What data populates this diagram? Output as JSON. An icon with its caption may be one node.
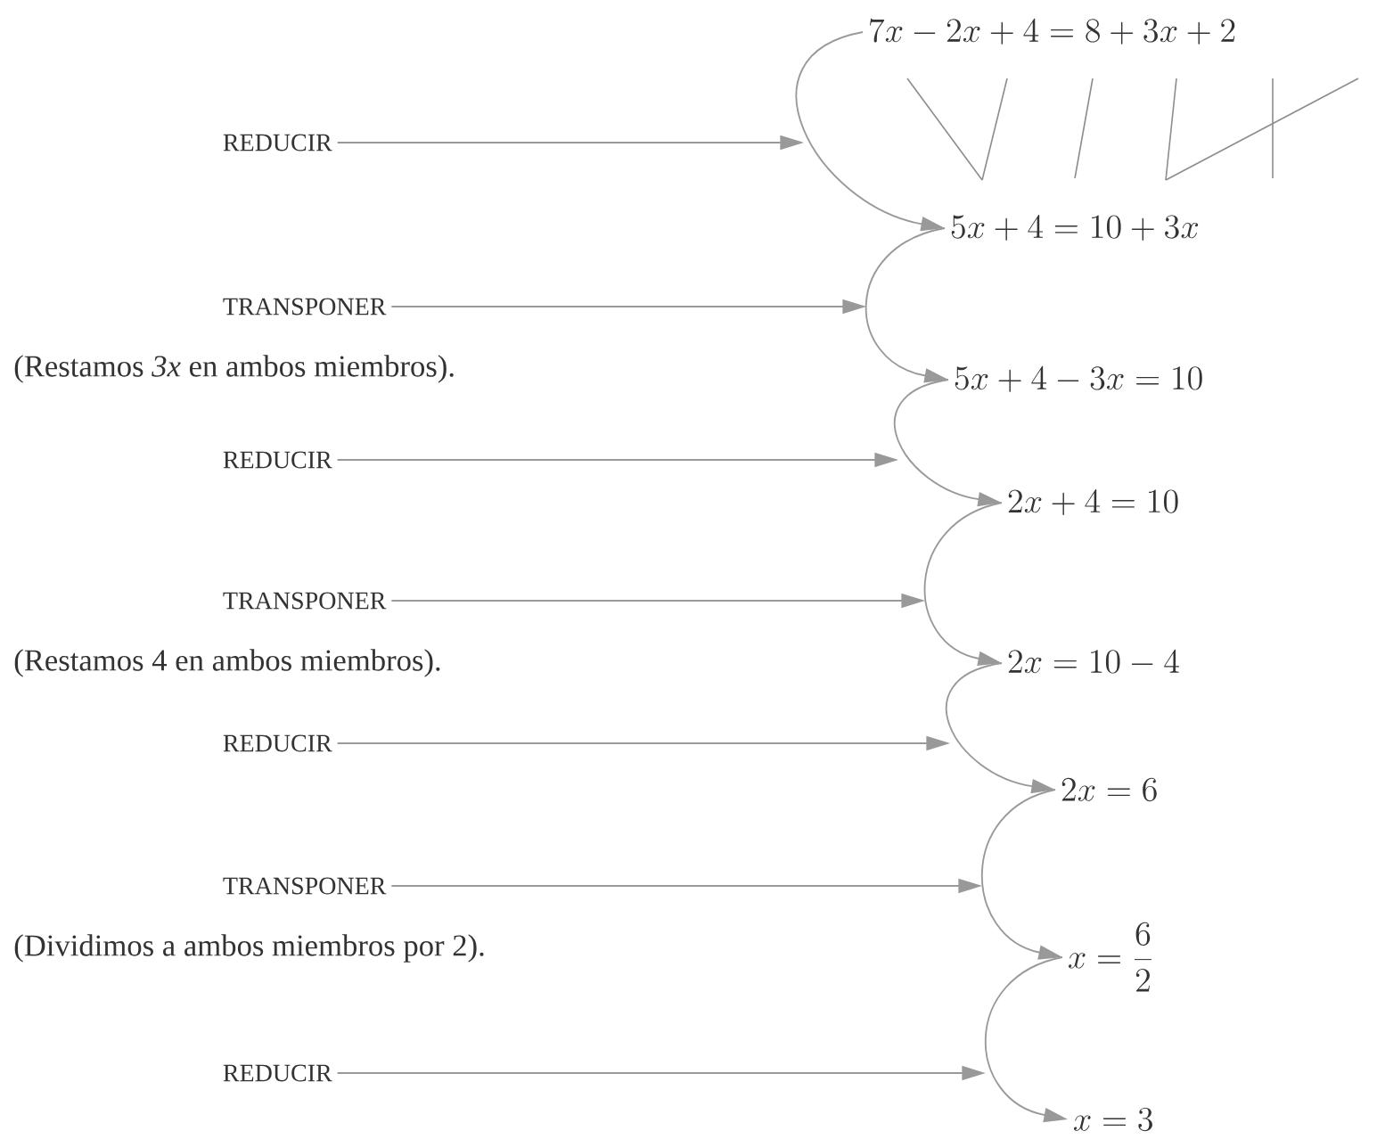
{
  "diagram": {
    "nodes": [
      {
        "text": [
          "7x - 2x + 4 = 8 + 3x + 2"
        ]
      },
      {
        "text": [
          "REDUCIR"
        ]
      },
      {
        "text": [
          "5x + 4 = 10 + 3x"
        ]
      },
      {
        "text": [
          "TRANSPONER"
        ],
        "beside": [
          "(Restamos *3x* en ambos miembros)."
        ]
      },
      {
        "text": [
          "5x + 4 - 3x = 10"
        ]
      },
      {
        "text": [
          "REDUCIR"
        ]
      },
      {
        "text": [
          "2x + 4 = 10"
        ]
      },
      {
        "text": [
          "TRANSPONER"
        ],
        "beside": [
          "(Restamos 4 en ambos miembros)."
        ]
      },
      {
        "text": [
          "2x = 10 - 4"
        ]
      },
      {
        "text": [
          "REDUCIR"
        ]
      },
      {
        "text": [
          "2x = 6"
        ]
      },
      {
        "text": [
          "TRANSPONER"
        ],
        "beside": [
          "(Dividimos a ambos miembros por 2)."
        ]
      },
      {
        "text": [
          "x = \\frac{6}{2}"
        ]
      },
      {
        "text": [
          "REDUCIR"
        ]
      },
      {
        "text": [
          "x = 3"
        ]
      }
    ],
    "edges": [
      {
        "from": 0,
        "to": 2,
        "arrow": "to"
      },
      {
        "from": 2,
        "to": 4,
        "arrow": "to"
      },
      {
        "from": 4,
        "to": 6,
        "arrow": "to"
      },
      {
        "from": 6,
        "to": 8,
        "arrow": "to"
      },
      {
        "from": 8,
        "to": 10,
        "arrow": "to"
      },
      {
        "from": 10,
        "to": 12,
        "arrow": "to"
      },
      {
        "from": 12,
        "to": 14,
        "arrow": "to"
      },
      {
        "from": 1,
        "to": null,
        "arrow": "to"
      },
      {
        "from": 3,
        "to": null,
        "arrow": "to"
      },
      {
        "from": 5,
        "to": null,
        "arrow": "to"
      },
      {
        "from": 7,
        "to": null,
        "arrow": "to"
      },
      {
        "from": 9,
        "to": null,
        "arrow": "to"
      },
      {
        "from": 11,
        "to": null,
        "arrow": "to"
      },
      {
        "from": 13,
        "to": null,
        "arrow": "to"
      }
    ]
  }
}
